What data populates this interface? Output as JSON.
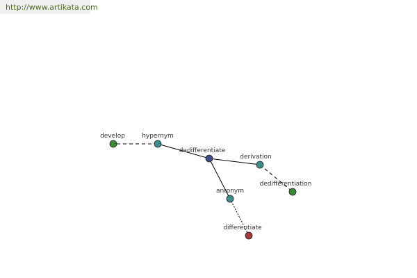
{
  "watermark": "http://www.artikata.com",
  "colors": {
    "center": "#3f4a8c",
    "relation": "#3d8c8c",
    "word": "#3a8a3a",
    "antonym_word": "#a33a3a",
    "edge": "#000000"
  },
  "nodes": [
    {
      "id": "dedifferentiate",
      "label": "dedifferentiate",
      "kind": "center"
    },
    {
      "id": "hypernym",
      "label": "hypernym",
      "kind": "relation"
    },
    {
      "id": "develop",
      "label": "develop",
      "kind": "word"
    },
    {
      "id": "derivation",
      "label": "derivation",
      "kind": "relation"
    },
    {
      "id": "dedifferentiation",
      "label": "dedifferentiation",
      "kind": "word"
    },
    {
      "id": "antonym",
      "label": "antonym",
      "kind": "relation"
    },
    {
      "id": "differentiate",
      "label": "differentiate",
      "kind": "antonym_word"
    }
  ],
  "edges": [
    {
      "from": "dedifferentiate",
      "to": "hypernym",
      "style": "solid"
    },
    {
      "from": "hypernym",
      "to": "develop",
      "style": "dashed"
    },
    {
      "from": "dedifferentiate",
      "to": "derivation",
      "style": "solid"
    },
    {
      "from": "derivation",
      "to": "dedifferentiation",
      "style": "dashed"
    },
    {
      "from": "dedifferentiate",
      "to": "antonym",
      "style": "solid"
    },
    {
      "from": "antonym",
      "to": "differentiate",
      "style": "dotted"
    }
  ]
}
